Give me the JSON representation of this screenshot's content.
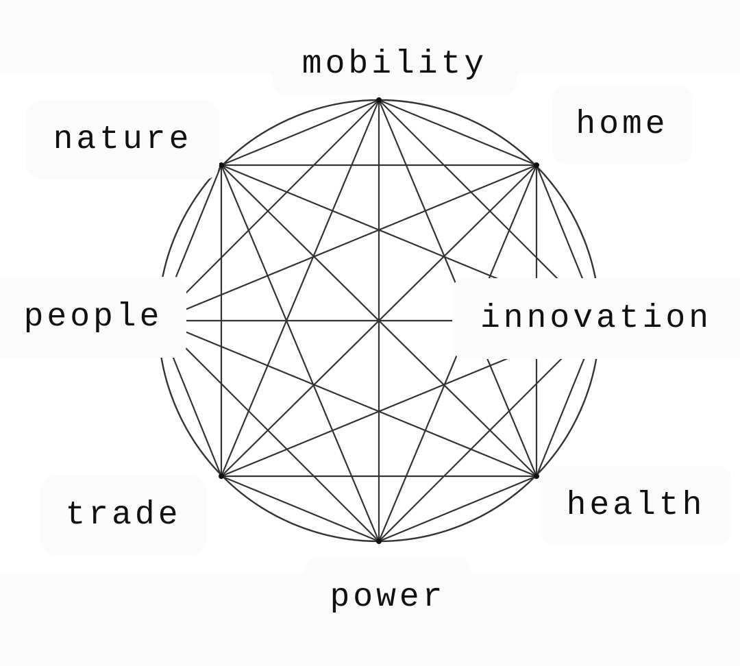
{
  "diagram": {
    "nodes": [
      {
        "id": "mobility",
        "label": "mobility"
      },
      {
        "id": "home",
        "label": "home"
      },
      {
        "id": "innovation",
        "label": "innovation"
      },
      {
        "id": "health",
        "label": "health"
      },
      {
        "id": "power",
        "label": "power"
      },
      {
        "id": "trade",
        "label": "trade"
      },
      {
        "id": "people",
        "label": "people"
      },
      {
        "id": "nature",
        "label": "nature"
      }
    ],
    "edges": "complete-graph",
    "enclosing_shape": "circle",
    "colors": {
      "line": "#333333",
      "label_background": "#fbfbfb",
      "text": "#111111"
    }
  }
}
